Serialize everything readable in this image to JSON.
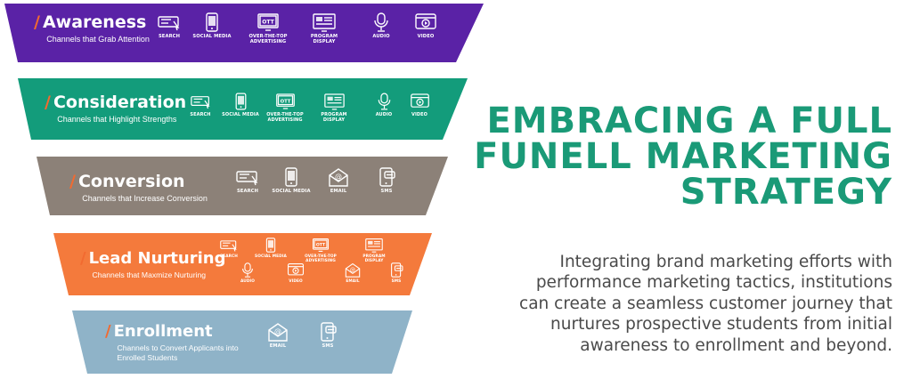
{
  "headline": {
    "lines": [
      "EMBRACING A FULL",
      "FUNELL MARKETING",
      "STRATEGY"
    ],
    "color": "#1a9a77"
  },
  "body_copy": {
    "lines": [
      "Integrating brand marketing efforts with",
      "performance marketing tactics, institutions",
      "can create a seamless customer journey that",
      "nurtures prospective students from initial",
      "awareness to enrollment and beyond."
    ],
    "color": "#4a4a4a"
  },
  "accent_color": "#f26a30",
  "tiers": [
    {
      "title": "Awareness",
      "subtitle": [
        "Channels that Grab Attention"
      ],
      "color": "#5a22a6",
      "channels": [
        {
          "label": "SEARCH",
          "icon": "search-bar-icon"
        },
        {
          "label": "SOCIAL MEDIA",
          "icon": "phone-icon"
        },
        {
          "label": "OVER-THE-TOP ADVERTISING",
          "icon": "ott-tv-icon"
        },
        {
          "label": "PROGRAM DISPLAY",
          "icon": "display-ad-icon"
        },
        {
          "label": "AUDIO",
          "icon": "microphone-icon"
        },
        {
          "label": "VIDEO",
          "icon": "video-play-icon"
        }
      ]
    },
    {
      "title": "Consideration",
      "subtitle": [
        "Channels that Highlight Strengths"
      ],
      "color": "#139c7b",
      "channels": [
        {
          "label": "SEARCH",
          "icon": "search-bar-icon"
        },
        {
          "label": "SOCIAL MEDIA",
          "icon": "phone-icon"
        },
        {
          "label": "OVER-THE-TOP ADVERTISING",
          "icon": "ott-tv-icon"
        },
        {
          "label": "PROGRAM DISPLAY",
          "icon": "display-ad-icon"
        },
        {
          "label": "AUDIO",
          "icon": "microphone-icon"
        },
        {
          "label": "VIDEO",
          "icon": "video-play-icon"
        }
      ]
    },
    {
      "title": "Conversion",
      "subtitle": [
        "Channels that Increase Conversion"
      ],
      "color": "#8c8178",
      "channels": [
        {
          "label": "SEARCH",
          "icon": "search-bar-icon"
        },
        {
          "label": "SOCIAL MEDIA",
          "icon": "phone-icon"
        },
        {
          "label": "EMAIL",
          "icon": "email-icon"
        },
        {
          "label": "SMS",
          "icon": "sms-icon"
        }
      ]
    },
    {
      "title": "Lead Nurturing",
      "subtitle": [
        "Channels that Maxmize Nurturing"
      ],
      "color": "#f47a3c",
      "channels": [
        {
          "label": "SEARCH",
          "icon": "search-bar-icon"
        },
        {
          "label": "SOCIAL MEDIA",
          "icon": "phone-icon"
        },
        {
          "label": "OVER-THE-TOP ADVERTISING",
          "icon": "ott-tv-icon"
        },
        {
          "label": "PROGRAM DISPLAY",
          "icon": "display-ad-icon"
        },
        {
          "label": "AUDIO",
          "icon": "microphone-icon"
        },
        {
          "label": "VIDEO",
          "icon": "video-play-icon"
        },
        {
          "label": "EMAIL",
          "icon": "email-icon"
        },
        {
          "label": "SMS",
          "icon": "sms-icon"
        }
      ]
    },
    {
      "title": "Enrollment",
      "subtitle": [
        "Channels to Convert Applicants into",
        "Enrolled Students"
      ],
      "color": "#8fb3c8",
      "channels": [
        {
          "label": "EMAIL",
          "icon": "email-icon"
        },
        {
          "label": "SMS",
          "icon": "sms-icon"
        }
      ]
    }
  ]
}
